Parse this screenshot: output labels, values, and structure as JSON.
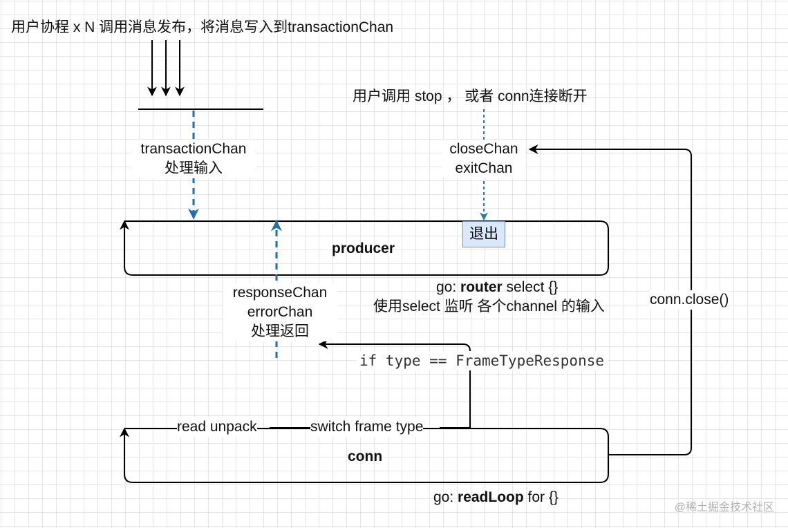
{
  "labels": {
    "top_title": "用户协程 x N 调用消息发布，将消息写入到transactionChan",
    "stop_note": "用户调用 stop ， 或者 conn连接断开",
    "transaction_line1": "transactionChan",
    "transaction_line2": "处理输入",
    "close_line1": "closeChan",
    "close_line2": "exitChan",
    "exit_box": "退出",
    "producer": "producer",
    "router_prefix": "go: ",
    "router_bold": "router",
    "router_suffix": " select {}",
    "router_desc": "使用select 监听 各个channel 的输入",
    "response_line1": "responseChan",
    "response_line2": "errorChan",
    "response_line3": "处理返回",
    "conn_close": "conn.close()",
    "if_type": "if type == FrameTypeResponse",
    "read_unpack": "read unpack",
    "switch_frame": "switch frame type",
    "conn": "conn",
    "readloop_prefix": "go: ",
    "readloop_bold": "readLoop",
    "readloop_suffix": " for {}",
    "watermark": "@稀土掘金技术社区"
  },
  "colors": {
    "line": "#000000",
    "dashed": "#1f6fae",
    "dotted": "#2a7aa8",
    "exit_fill": "#dae8fc",
    "exit_border": "#6c8ebf"
  }
}
